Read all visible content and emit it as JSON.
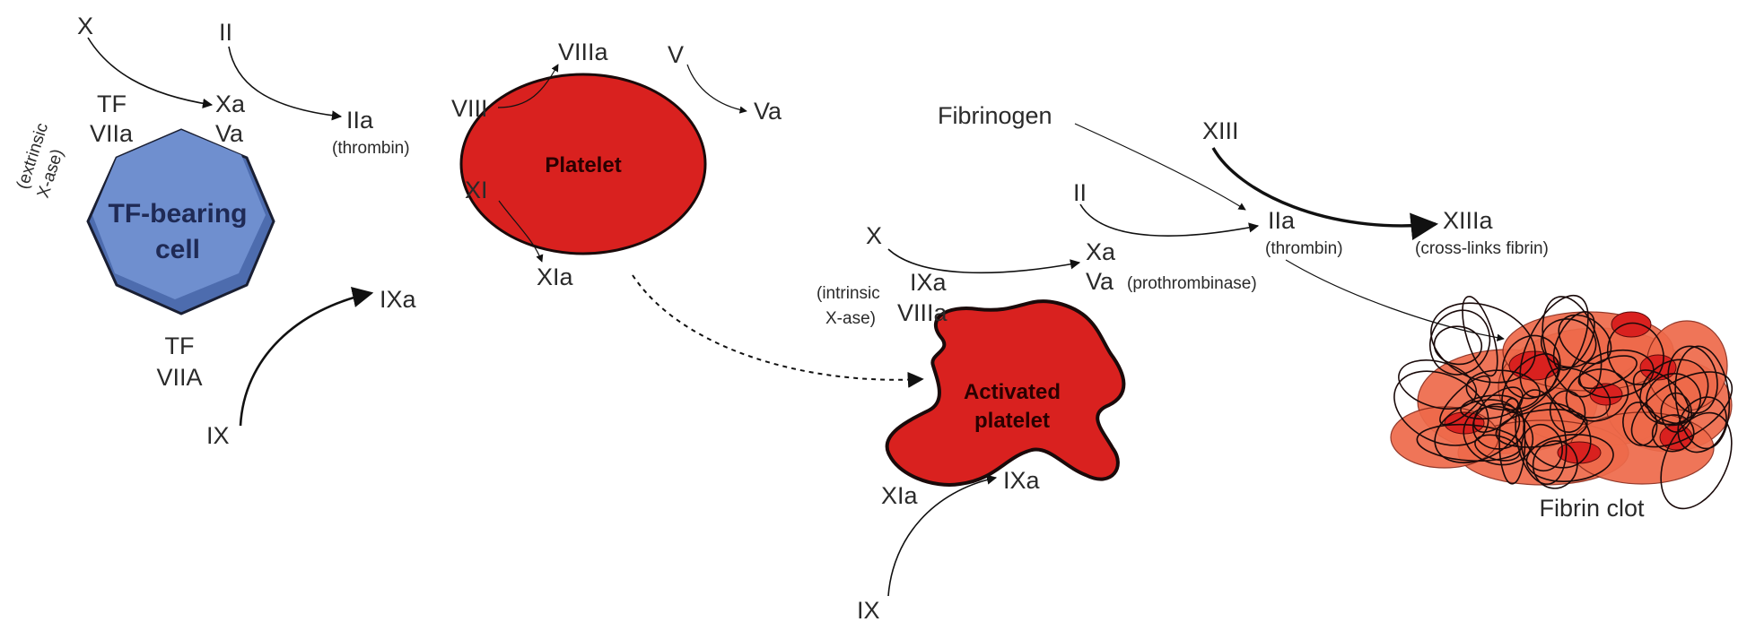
{
  "tf_cell": {
    "name_line1": "TF-bearing",
    "name_line2": "cell",
    "complex_top_1": "TF",
    "complex_top_2": "VIIa",
    "complex_name_1": "(extrinsic",
    "complex_name_2": "X-ase)",
    "bottom_1": "TF",
    "bottom_2": "VIIA",
    "color": "#6f8fcf"
  },
  "initiation": {
    "x": "X",
    "ii": "II",
    "xa": "Xa",
    "va": "Va",
    "iia": "IIa",
    "thrombin": "(thrombin)",
    "ixa": "IXa",
    "ix": "IX"
  },
  "platelet": {
    "name": "Platelet",
    "viii": "VIII",
    "viiia": "VIIIa",
    "v": "V",
    "va": "Va",
    "xi": "XI",
    "xia": "XIa",
    "color": "#d9211f"
  },
  "activated_platelet": {
    "name_line1": "Activated",
    "name_line2": "platelet",
    "x": "X",
    "xa": "Xa",
    "va": "Va",
    "prothrombinase": "(prothrombinase)",
    "ixa_complex": "IXa",
    "viiia_complex": "VIIIa",
    "intrinsic_1": "(intrinsic",
    "intrinsic_2": "X-ase)",
    "xia": "XIa",
    "ixa": "IXa",
    "ix": "IX",
    "color": "#d9211f"
  },
  "propagation": {
    "fibrinogen": "Fibrinogen",
    "ii": "II",
    "iia": "IIa",
    "thrombin": "(thrombin)",
    "xiii": "XIII",
    "xiiia": "XIIIa",
    "crosslinks": "(cross-links fibrin)",
    "clot": "Fibrin clot",
    "clot_color": "#ee6a4a"
  }
}
